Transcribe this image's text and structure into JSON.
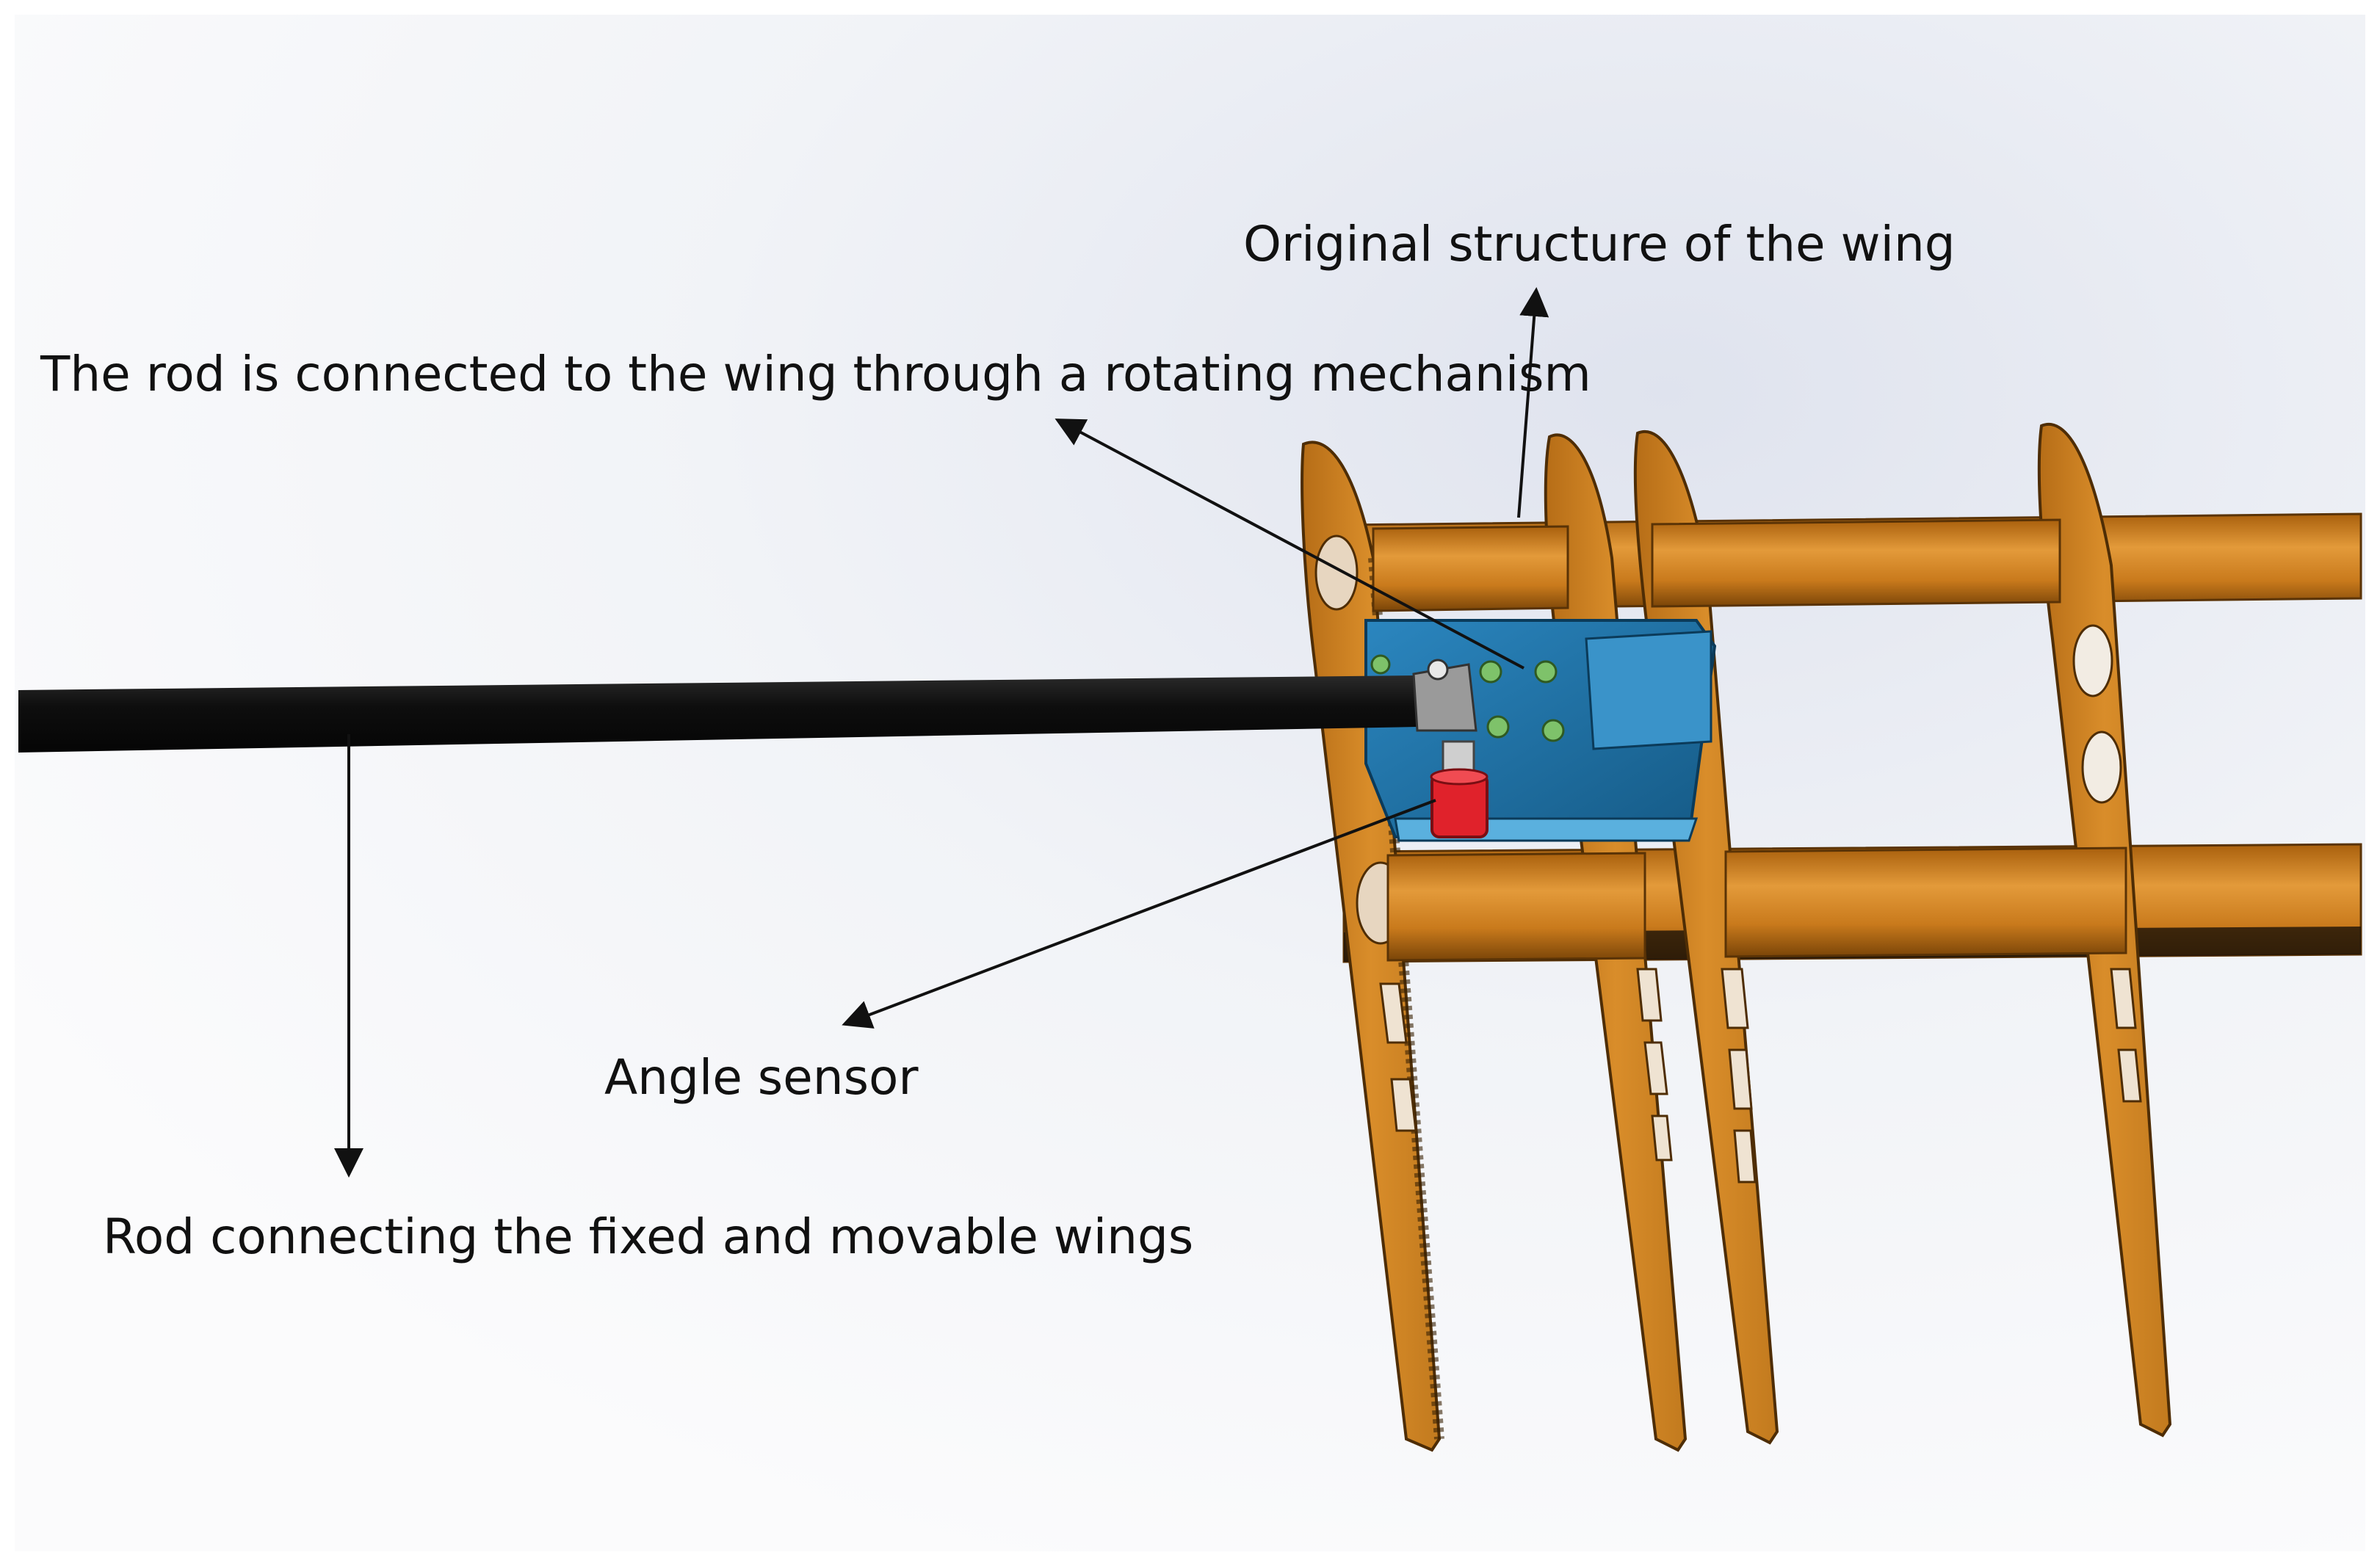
{
  "labels": {
    "original_structure": "Original structure of the wing",
    "rotating_mechanism": "The rod is connected to the wing through a rotating mechanism",
    "angle_sensor": "Angle sensor",
    "connecting_rod": "Rod connecting the fixed and movable wings"
  },
  "colors": {
    "wing_orange": "#d2861e",
    "wing_edge": "#6a3e08",
    "rod_black": "#141414",
    "mechanism_blue": "#1f73a6",
    "sensor_red": "#e0222b",
    "bolt_green": "#7ec26a",
    "background": "#eef1f5"
  }
}
